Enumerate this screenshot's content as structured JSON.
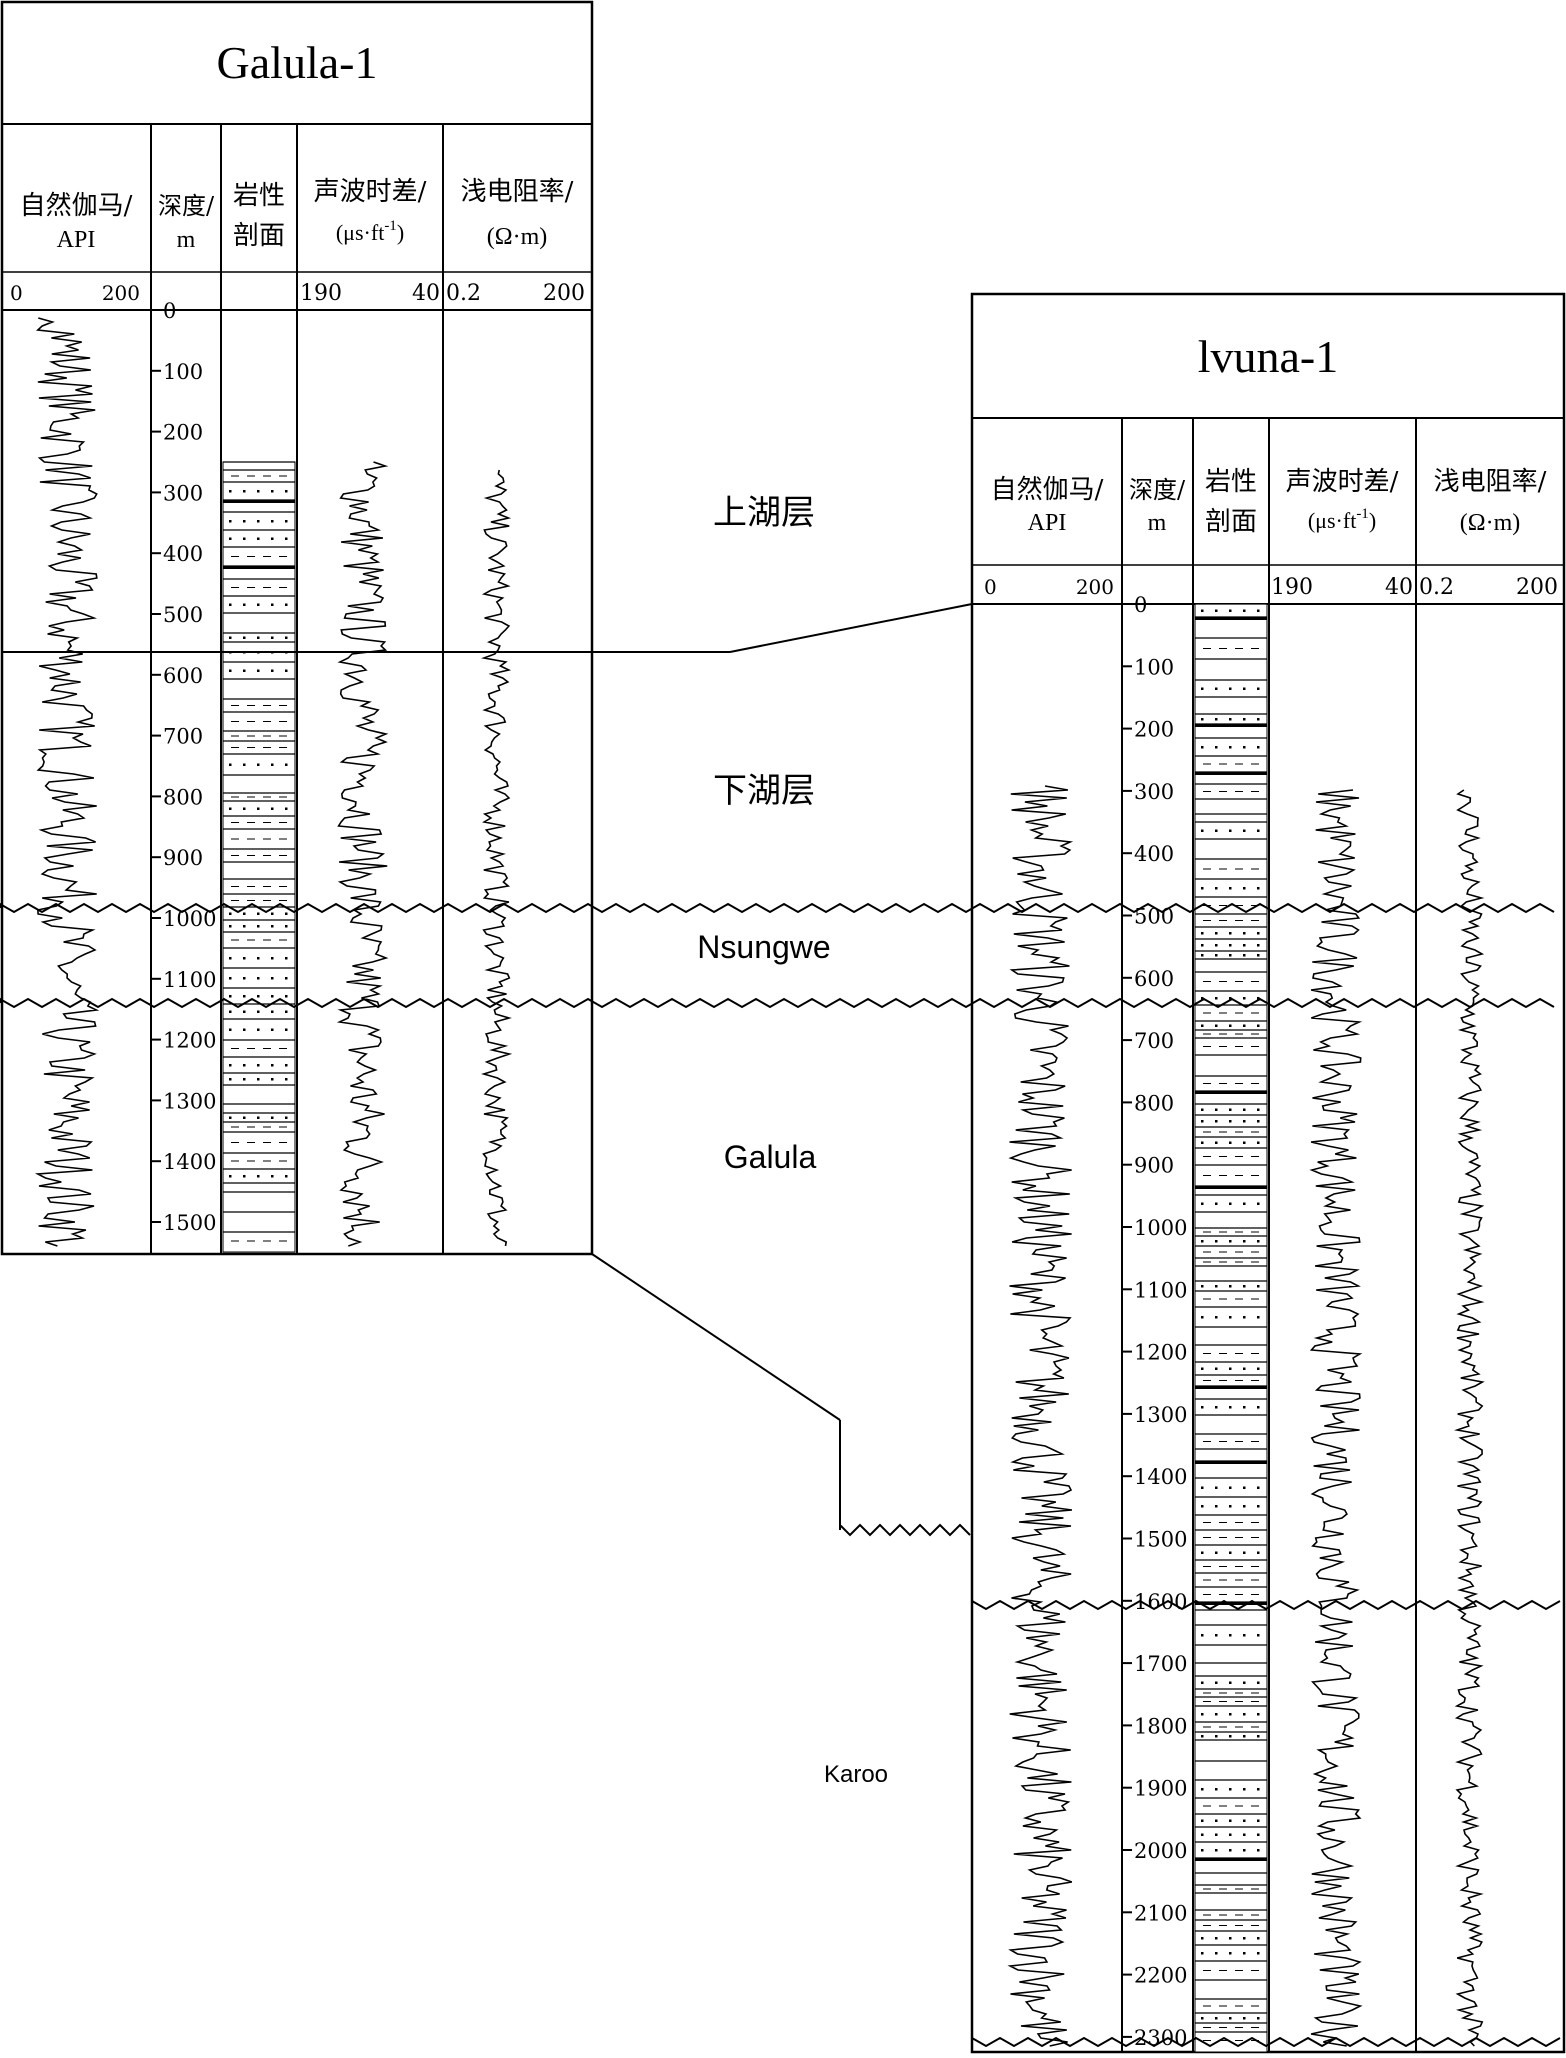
{
  "wells": [
    {
      "name": "Galula-1",
      "headers": {
        "gr": [
          "自然伽马/",
          "API"
        ],
        "depth": [
          "深度/",
          "m"
        ],
        "lith": [
          "岩性",
          "剖面"
        ],
        "ac": [
          "声波时差/",
          "(μs·ft",
          "-1",
          ")"
        ],
        "rt": [
          "浅电阻率/",
          "(Ω·m)"
        ]
      },
      "scales": {
        "gr": [
          "0",
          "200"
        ],
        "ac": [
          "190",
          "40"
        ],
        "rt": [
          "0.2",
          "200"
        ]
      },
      "depth_ticks": [
        "0",
        "100",
        "200",
        "300",
        "400",
        "500",
        "600",
        "700",
        "800",
        "900",
        "1000",
        "1100",
        "1200",
        "1300",
        "1400",
        "1500"
      ]
    },
    {
      "name": "lvuna-1",
      "headers": {
        "gr": [
          "自然伽马/",
          "API"
        ],
        "depth": [
          "深度/",
          "m"
        ],
        "lith": [
          "岩性",
          "剖面"
        ],
        "ac": [
          "声波时差/",
          "(μs·ft",
          "-1",
          ")"
        ],
        "rt": [
          "浅电阻率/",
          "(Ω·m)"
        ]
      },
      "scales": {
        "gr": [
          "0",
          "200"
        ],
        "ac": [
          "190",
          "40"
        ],
        "rt": [
          "0.2",
          "200"
        ]
      },
      "depth_ticks": [
        "0",
        "100",
        "200",
        "300",
        "400",
        "500",
        "600",
        "700",
        "800",
        "900",
        "1000",
        "1100",
        "1200",
        "1300",
        "1400",
        "1500",
        "1600",
        "1700",
        "1800",
        "1900",
        "2000",
        "2100",
        "2200",
        "2300"
      ]
    }
  ],
  "formations": [
    "上湖层",
    "下湖层",
    "Nsungwe",
    "Galula",
    "Karoo"
  ]
}
